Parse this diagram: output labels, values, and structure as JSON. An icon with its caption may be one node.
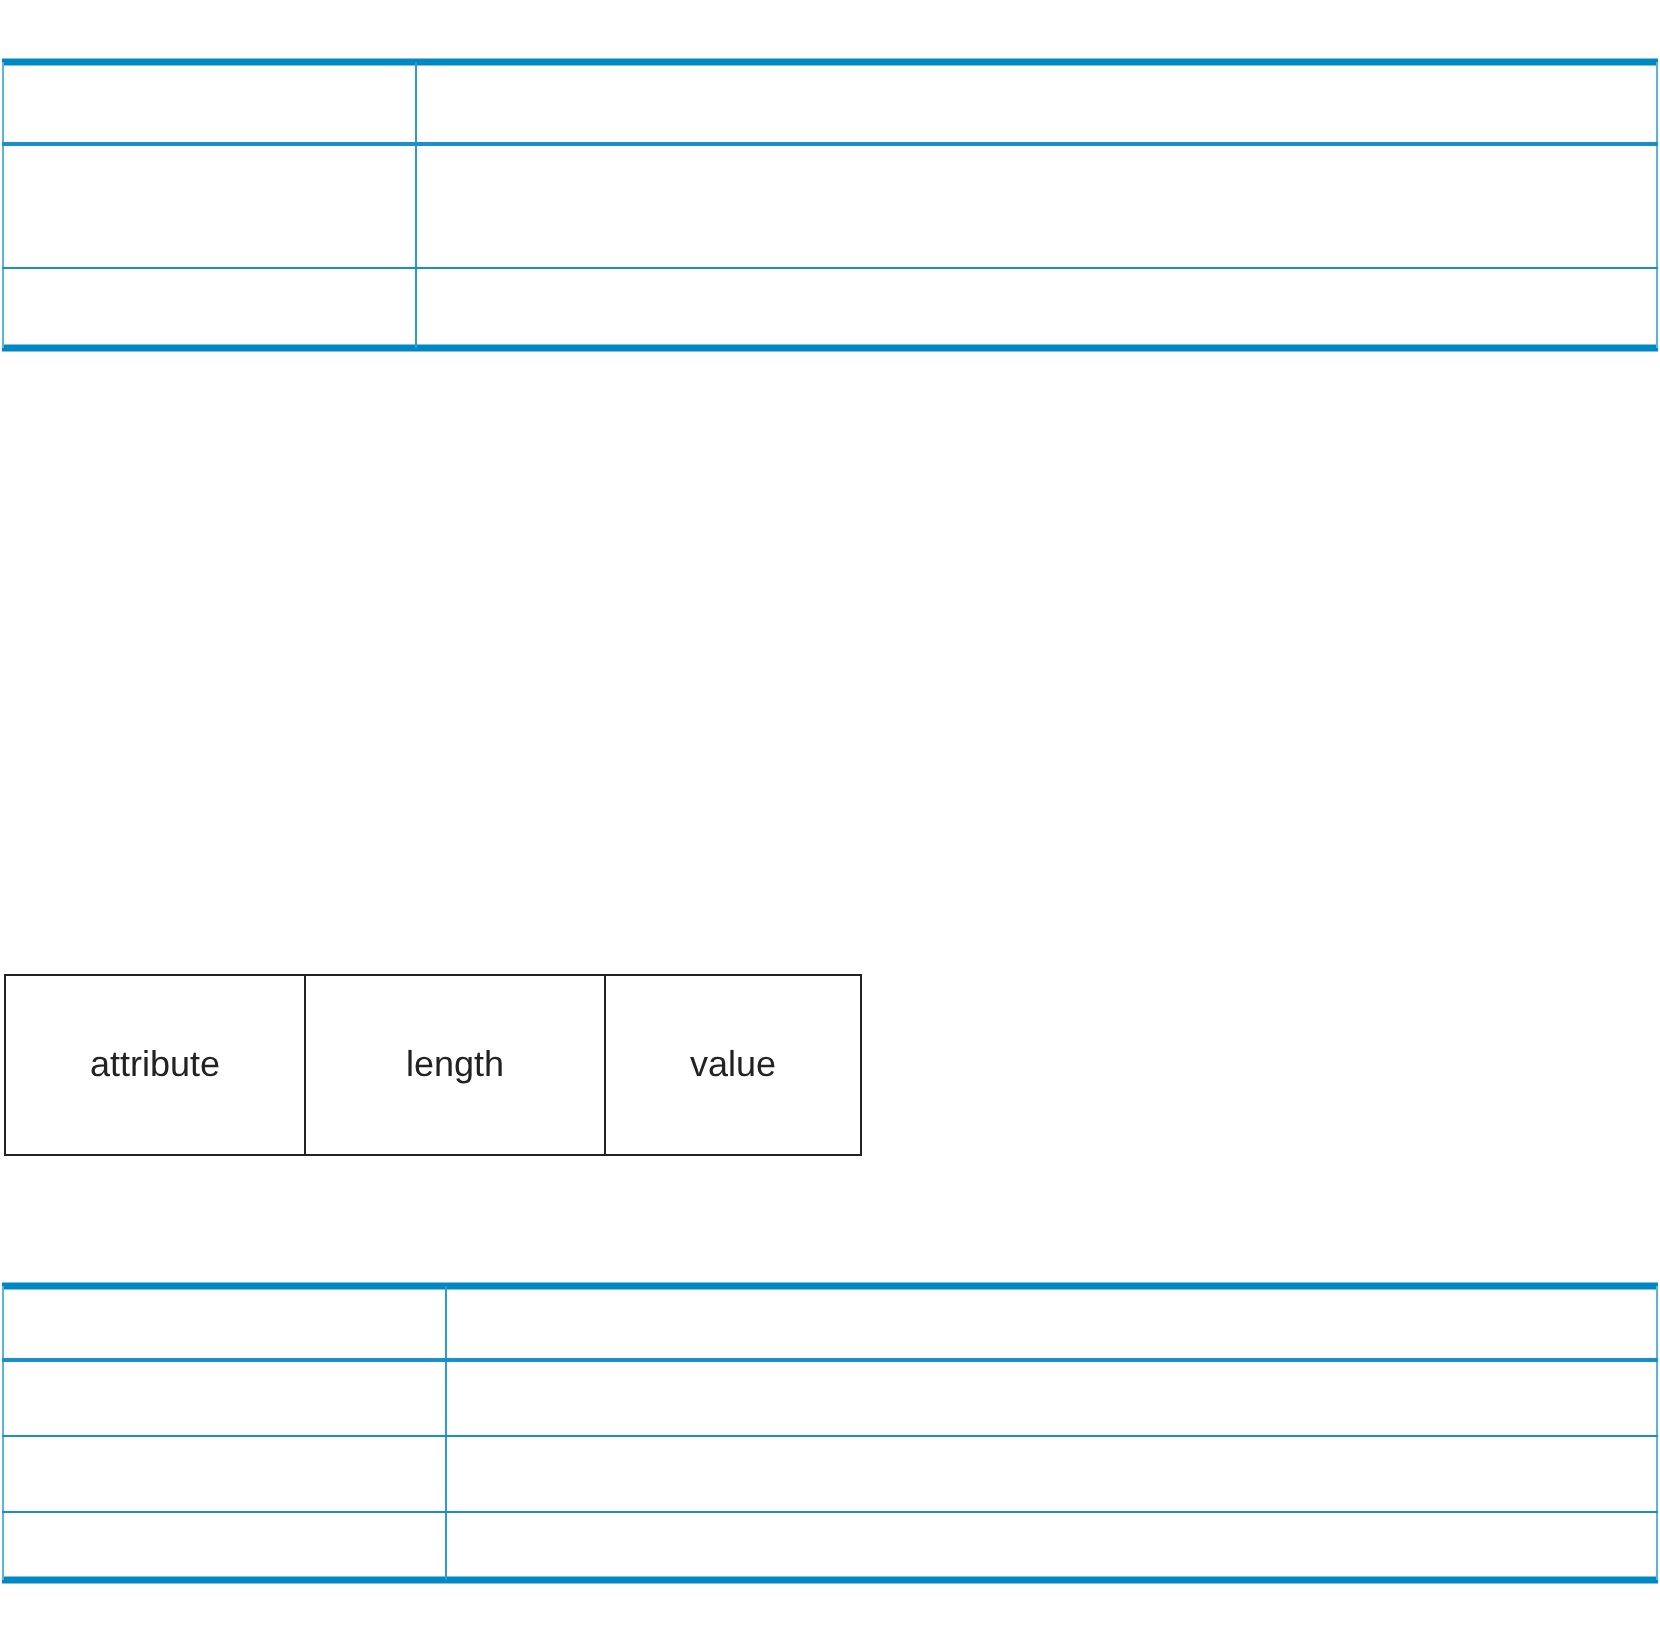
{
  "diagram": {
    "nodes": [
      {
        "text": [
          "attribute"
        ]
      },
      {
        "text": [
          "length"
        ]
      },
      {
        "text": [
          "value"
        ]
      }
    ]
  }
}
